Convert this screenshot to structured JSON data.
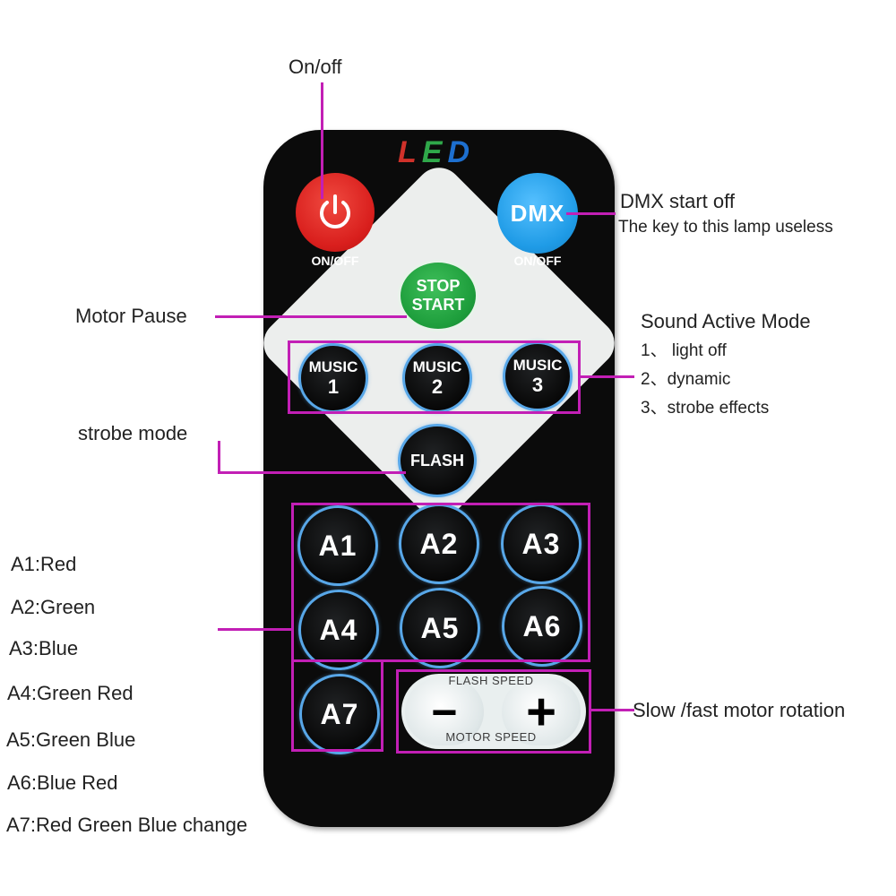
{
  "remote": {
    "logo": {
      "l": "L",
      "e": "E",
      "d": "D"
    },
    "power_label": "ON/OFF",
    "dmx_button": "DMX",
    "dmx_label": "ON/OFF",
    "stop_start": {
      "line1": "STOP",
      "line2": "START"
    },
    "music_buttons": [
      {
        "line1": "MUSIC",
        "line2": "1"
      },
      {
        "line1": "MUSIC",
        "line2": "2"
      },
      {
        "line1": "MUSIC",
        "line2": "3"
      }
    ],
    "flash_button": "FLASH",
    "a_buttons": [
      "A1",
      "A2",
      "A3",
      "A4",
      "A5",
      "A6",
      "A7"
    ],
    "speed": {
      "top": "FLASH SPEED",
      "bottom": "MOTOR SPEED",
      "minus": "−",
      "plus": "+"
    }
  },
  "annotations": {
    "on_off": "On/off",
    "dmx_line1": "DMX start off",
    "dmx_line2": "The key to this lamp useless",
    "motor_pause": "Motor Pause",
    "sound_active": {
      "title": "Sound Active Mode",
      "items": [
        "1、 light off",
        "2、dynamic",
        "3、strobe effects"
      ]
    },
    "strobe_mode": "strobe mode",
    "colors": [
      "A1:Red",
      "A2:Green",
      "A3:Blue",
      "A4:Green Red",
      "A5:Green  Blue",
      "A6:Blue Red",
      "A7:Red Green Blue change"
    ],
    "motor_rotation": "Slow /fast motor rotation"
  },
  "colors": {
    "annotation_line": "#c21fb5",
    "power_button": "#d91f1d",
    "dmx_button": "#1f9be6",
    "stop_start_button": "#1e9e3c",
    "button_ring": "#58a7e8",
    "led_l": "#d0312a",
    "led_e": "#2fa84a",
    "led_d": "#1d6fcf"
  }
}
